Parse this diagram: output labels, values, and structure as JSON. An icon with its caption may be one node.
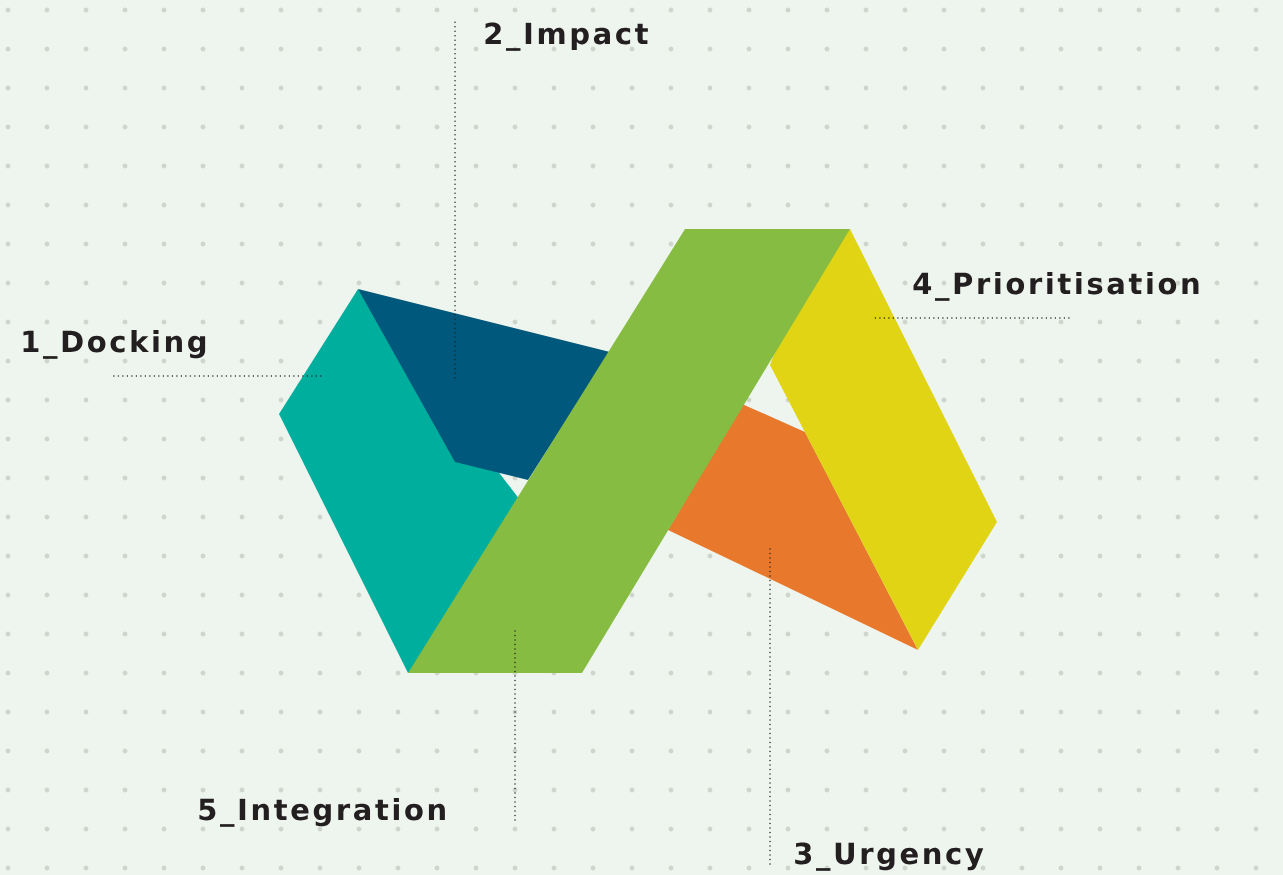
{
  "diagram": {
    "nodes": [
      {
        "text": [
          "2_Impact"
        ]
      },
      {
        "text": [
          "4_Prioritisation"
        ]
      },
      {
        "text": [
          "1_Docking"
        ]
      },
      {
        "text": [
          "5_Integration"
        ]
      },
      {
        "text": [
          "3_Urgency"
        ]
      },
      {
        "text": [],
        "shape": "band"
      },
      {
        "text": [],
        "shape": "band"
      },
      {
        "text": [],
        "shape": "band"
      },
      {
        "text": [],
        "shape": "band"
      },
      {
        "text": [],
        "shape": "band"
      }
    ],
    "edges": [
      {
        "from": 2,
        "to": 5,
        "arrow": "none"
      },
      {
        "from": 0,
        "to": 6,
        "arrow": "none"
      },
      {
        "from": 1,
        "to": 9,
        "arrow": "none"
      },
      {
        "from": 4,
        "to": 8,
        "arrow": "none"
      },
      {
        "from": 3,
        "to": 7,
        "arrow": "none"
      }
    ]
  }
}
